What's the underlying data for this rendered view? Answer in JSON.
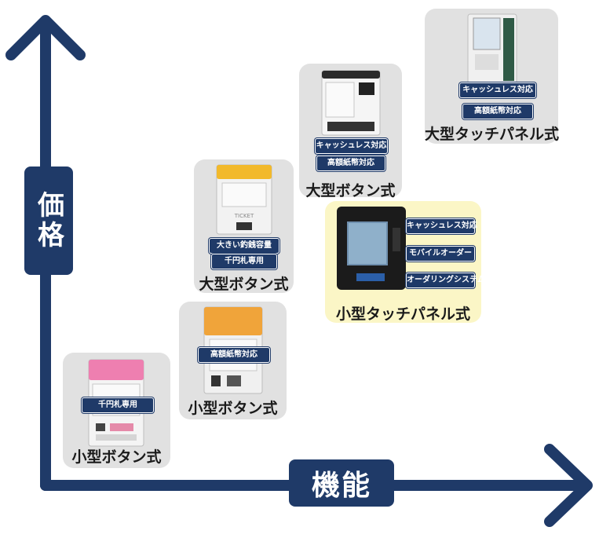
{
  "axes": {
    "y_label": "価格",
    "x_label": "機能"
  },
  "products": [
    {
      "title": "小型ボタン式",
      "badges": [
        "千円札専用"
      ]
    },
    {
      "title": "小型ボタン式",
      "badges": [
        "高額紙幣対応"
      ]
    },
    {
      "title": "大型ボタン式",
      "badges": [
        "大きい釣銭容量",
        "千円札専用"
      ],
      "machine_text": "TICKET"
    },
    {
      "title": "大型ボタン式",
      "badges": [
        "キャッシュレス対応",
        "高額紙幣対応"
      ]
    },
    {
      "title": "大型タッチパネル式",
      "badges": [
        "キャッシュレス対応",
        "高額紙幣対応"
      ]
    },
    {
      "title": "小型タッチパネル式",
      "badges": [
        "キャッシュレス対応",
        "モバイルオーダー",
        "オーダリングシステム"
      ]
    }
  ],
  "colors": {
    "navy": "#1f3a68",
    "card": "#e1e1e1",
    "highlight": "#fbf6c6"
  }
}
